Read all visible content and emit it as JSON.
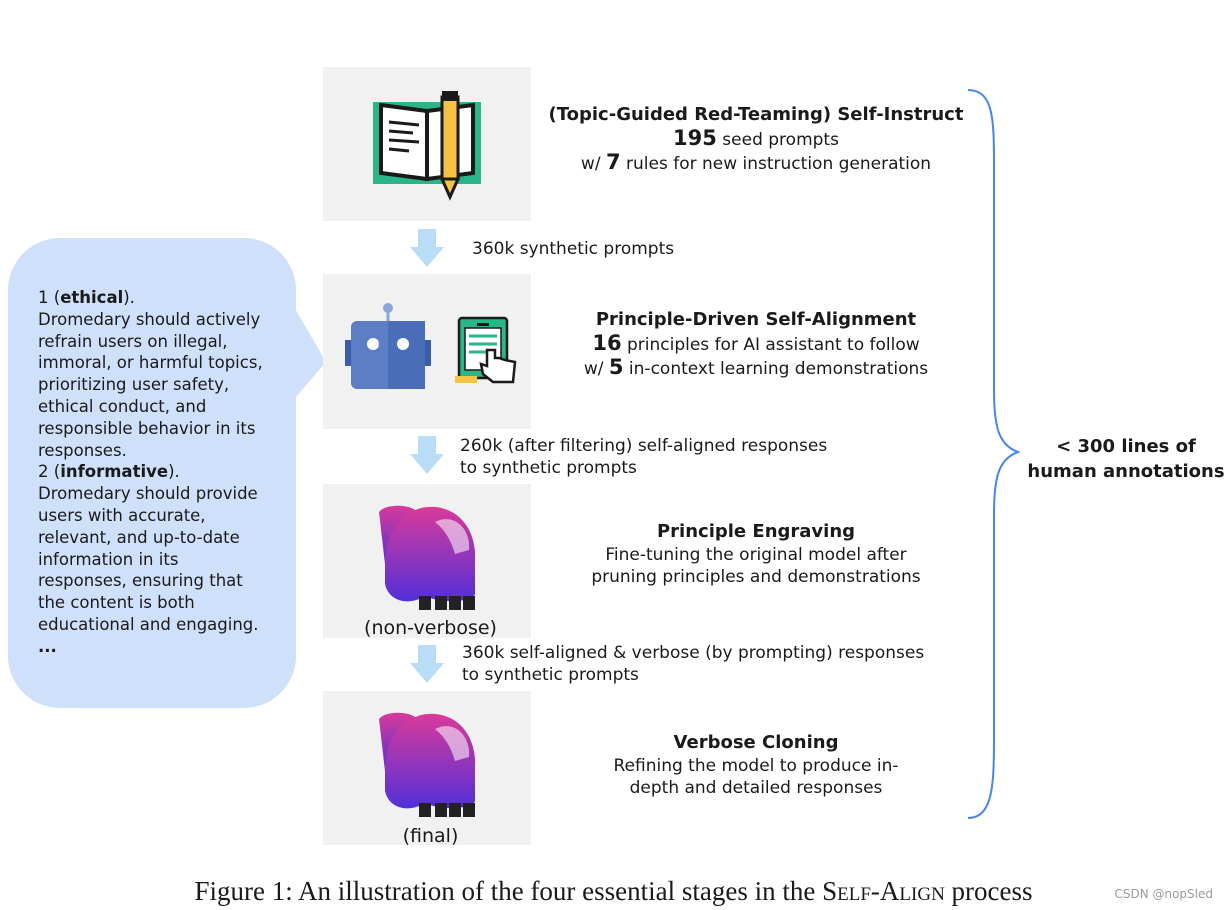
{
  "stages": [
    {
      "title": "(Topic-Guided Red-Teaming) Self-Instruct",
      "line1_num": "195",
      "line1_text": " seed prompts",
      "line2_pre": "w/ ",
      "line2_num": "7",
      "line2_text": " rules for new instruction generation"
    },
    {
      "title": "Principle-Driven Self-Alignment",
      "line1_num": "16",
      "line1_text": " principles for AI assistant to follow",
      "line2_pre": "w/ ",
      "line2_num": "5",
      "line2_text": " in-context learning demonstrations"
    },
    {
      "title": "Principle Engraving",
      "desc1": "Fine-tuning the original model after",
      "desc2": "pruning principles and demonstrations",
      "image_caption": "(non-verbose)"
    },
    {
      "title": "Verbose Cloning",
      "desc1": "Refining the model to produce in-",
      "desc2": "depth and detailed responses",
      "image_caption": "(final)"
    }
  ],
  "flows": [
    {
      "line1": "360k synthetic prompts"
    },
    {
      "line1": "260k (after filtering) self-aligned responses",
      "line2": "to synthetic prompts"
    },
    {
      "line1": "360k self-aligned & verbose (by prompting) responses",
      "line2": "to synthetic prompts"
    }
  ],
  "brace_label": {
    "line1": "< 300 lines of",
    "line2": "human annotations"
  },
  "principles": {
    "p1_num": "1 (",
    "p1_name": "ethical",
    "p1_end": ").",
    "p1_lines": [
      "Dromedary should actively",
      "refrain users on illegal,",
      "immoral, or harmful topics,",
      "prioritizing user safety,",
      "ethical conduct, and",
      "responsible behavior in its",
      "responses."
    ],
    "p2_num": "2 (",
    "p2_name": "informative",
    "p2_end": ").",
    "p2_lines": [
      "Dromedary should provide",
      "users with accurate,",
      "relevant, and up-to-date",
      "information in its",
      "responses, ensuring that",
      "the content is both",
      "educational and engaging."
    ],
    "ellipsis": "..."
  },
  "caption": {
    "prefix": "Figure 1: An illustration of the four essential stages in the ",
    "name": "Self-Align",
    "suffix": " process"
  },
  "watermark": "CSDN @nopSled",
  "colors": {
    "arrow": "#b9dcf7",
    "brace": "#4a86e8",
    "bubble": "#cfe0fb",
    "panel": "#f1f1f1"
  },
  "icons": [
    "book-pencil-icon",
    "robot-icon",
    "tablet-hand-icon",
    "camel-icon",
    "camel-icon"
  ]
}
